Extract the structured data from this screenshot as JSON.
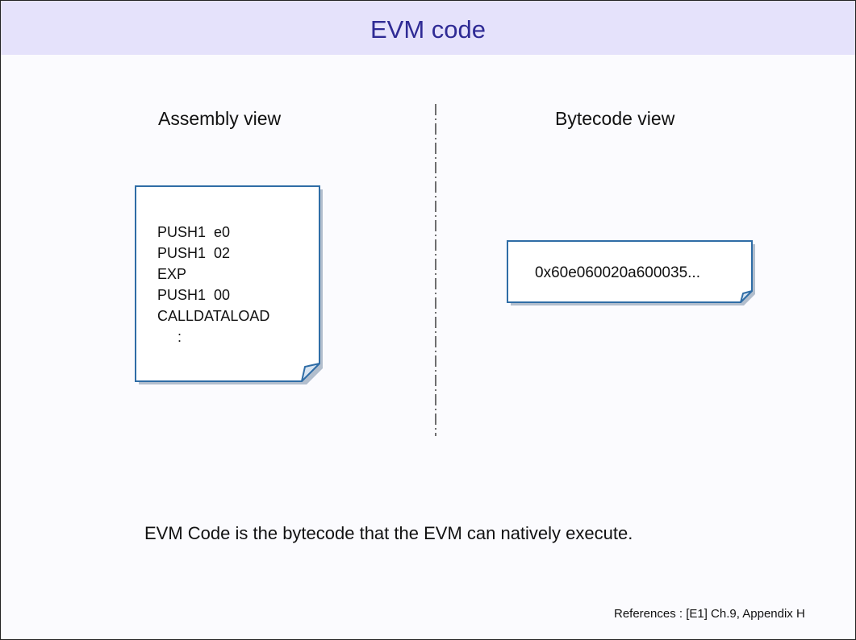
{
  "title": "EVM code",
  "assembly": {
    "heading": "Assembly view",
    "lines": [
      "PUSH1  e0",
      "PUSH1  02",
      "EXP",
      "PUSH1  00",
      "CALLDATALOAD",
      "     :"
    ]
  },
  "bytecode": {
    "heading": "Bytecode view",
    "value": "0x60e060020a600035..."
  },
  "caption": "EVM Code is the bytecode that the EVM can natively execute.",
  "references": "References : [E1] Ch.9, Appendix H",
  "colors": {
    "title_bar_bg": "#e5e2fb",
    "title_text": "#2f2b95",
    "note_border": "#2f6da6",
    "slide_bg": "#fbfbfe"
  }
}
